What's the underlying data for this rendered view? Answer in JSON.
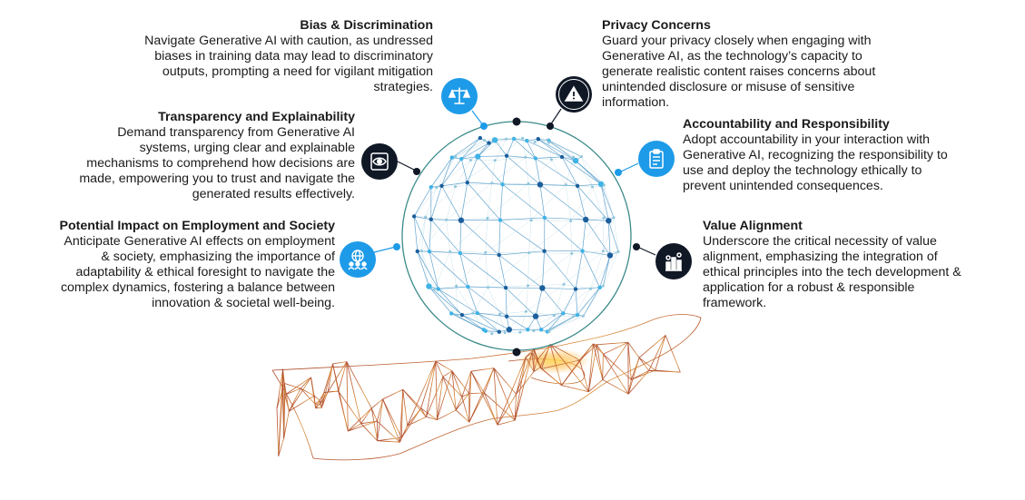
{
  "items": {
    "bias": {
      "title": "Bias & Discrimination",
      "body": "Navigate Generative AI with caution, as undressed biases in training data may lead to discriminatory outputs, prompting a need for vigilant mitigation strategies.",
      "icon": "scales-icon"
    },
    "transparency": {
      "title": "Transparency and Explainability",
      "body": "Demand transparency from Generative AI systems, urging clear and explainable mechanisms to comprehend how decisions are made, empowering you to trust and navigate the generated results effectively.",
      "icon": "eye-icon"
    },
    "impact": {
      "title": "Potential Impact on Employment and Society",
      "body": "Anticipate Generative AI effects on employment & society, emphasizing the importance of adaptability & ethical foresight to navigate the complex dynamics, fostering a balance between innovation & societal well-being.",
      "icon": "people-globe-icon"
    },
    "privacy": {
      "title": "Privacy Concerns",
      "body": "Guard your privacy closely when engaging with Generative AI, as the technology’s capacity to generate realistic content raises concerns about unintended disclosure or misuse of sensitive information.",
      "icon": "warning-icon"
    },
    "accountability": {
      "title": "Accountability and Responsibility",
      "body": "Adopt accountability in your interaction with Generative AI, recognizing the responsibility to use and deploy the technology ethically to prevent unintended consequences.",
      "icon": "clipboard-icon"
    },
    "value": {
      "title": "Value Alignment",
      "body": "Underscore the critical necessity of value alignment, emphasizing the integration of ethical principles into the tech development & application for a robust & responsible framework.",
      "icon": "alignment-chart-icon"
    }
  },
  "colors": {
    "accent_blue": "#1e9be8",
    "dark_navy": "#101826",
    "ring_teal": "#3d8a8a",
    "hand_orange": "#c0581b",
    "hand_glow": "#f5c242"
  }
}
